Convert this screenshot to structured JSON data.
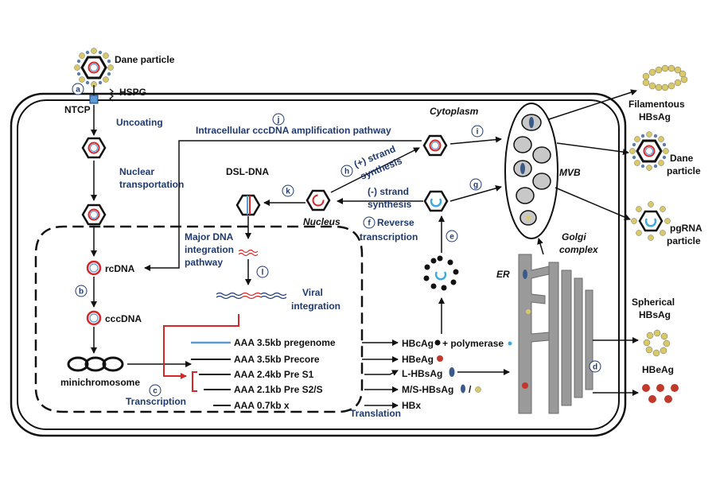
{
  "top": {
    "dane_particle": "Dane particle",
    "hspg": "HSPG",
    "ntcp": "NTCP",
    "uncoating": "Uncoating",
    "cytoplasm": "Cytoplasm"
  },
  "pathways": {
    "intracellular": "Intracellular cccDNA amplification pathway",
    "nuclear_transport_1": "Nuclear",
    "nuclear_transport_2": "transportation",
    "dsl_dna": "DSL-DNA",
    "nucleus": "Nucleus",
    "major_integration_1": "Major DNA",
    "major_integration_2": "integration",
    "major_integration_3": "pathway",
    "viral_integration_1": "Viral",
    "viral_integration_2": "integration",
    "plus_strand_1": "(+) strand",
    "plus_strand_2": "synthesis",
    "minus_strand_1": "(-) strand",
    "minus_strand_2": "synthesis",
    "reverse_transcription_1": "Reverse",
    "reverse_transcription_2": "transcription",
    "rcdna": "rcDNA",
    "cccdna": "cccDNA",
    "minichromosome": "minichromosome",
    "transcription": "Transcription",
    "translation": "Translation"
  },
  "step_markers": [
    "a",
    "b",
    "c",
    "d",
    "e",
    "f",
    "g",
    "h",
    "i",
    "j",
    "k",
    "l"
  ],
  "transcripts": [
    "AAA 3.5kb pregenome",
    "AAA 3.5kb Precore",
    "AAA 2.4kb Pre S1",
    "AAA 2.1kb Pre S2/S",
    "AAA 0.7kb x"
  ],
  "proteins": {
    "hbcag": "HBcAg",
    "plus_polymerase": "+ polymerase",
    "hbeag": "HBeAg",
    "l_hbsag": "L-HBsAg",
    "ms_hbsag": "M/S-HBsAg",
    "slash": "/",
    "hbx": "HBx"
  },
  "organelles": {
    "mvb": "MVB",
    "golgi_1": "Golgi",
    "golgi_2": "complex",
    "er": "ER"
  },
  "outputs": {
    "filamentous_1": "Filamentous",
    "filamentous_2": "HBsAg",
    "dane_1": "Dane",
    "dane_2": "particle",
    "pgrna_1": "pgRNA",
    "pgrna_2": "particle",
    "spherical_1": "Spherical",
    "spherical_2": "HBsAg",
    "hbeag": "HBeAg"
  },
  "colors": {
    "pregenome_line": "#5b9bd5",
    "rc_dna": "#d62728",
    "integration_line": "#d62728",
    "label_blue": "#1f3a6e",
    "er_golgi": "#9a9a9a",
    "hbsag_yellow": "#d9c968",
    "hbeag_red": "#c0392b"
  }
}
